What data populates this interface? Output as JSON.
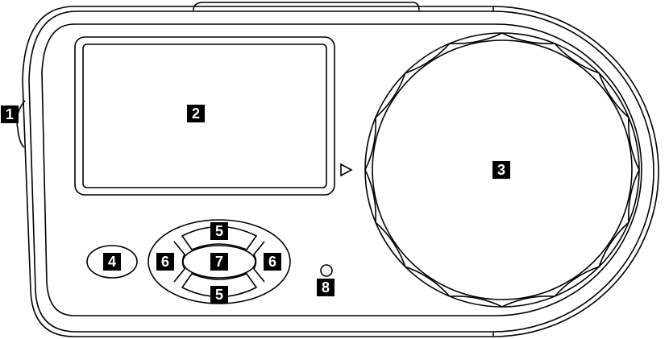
{
  "diagram": {
    "subject": "handheld device with display, rotary dial and keypad",
    "colors": {
      "stroke": "#000000",
      "fill": "#ffffff",
      "label_bg": "#000000",
      "label_fg": "#ffffff"
    },
    "callouts": [
      {
        "id": "1",
        "label": "1",
        "part": "side-button"
      },
      {
        "id": "2",
        "label": "2",
        "part": "display-screen"
      },
      {
        "id": "3",
        "label": "3",
        "part": "rotary-dial"
      },
      {
        "id": "4",
        "label": "4",
        "part": "left-oval-button"
      },
      {
        "id": "5a",
        "label": "5",
        "part": "up-button"
      },
      {
        "id": "5b",
        "label": "5",
        "part": "down-button"
      },
      {
        "id": "6a",
        "label": "6",
        "part": "left-button"
      },
      {
        "id": "6b",
        "label": "6",
        "part": "right-button"
      },
      {
        "id": "7",
        "label": "7",
        "part": "center-select-button"
      },
      {
        "id": "8",
        "label": "8",
        "part": "indicator-light"
      }
    ],
    "dial_marker": "triangle-pointer"
  }
}
